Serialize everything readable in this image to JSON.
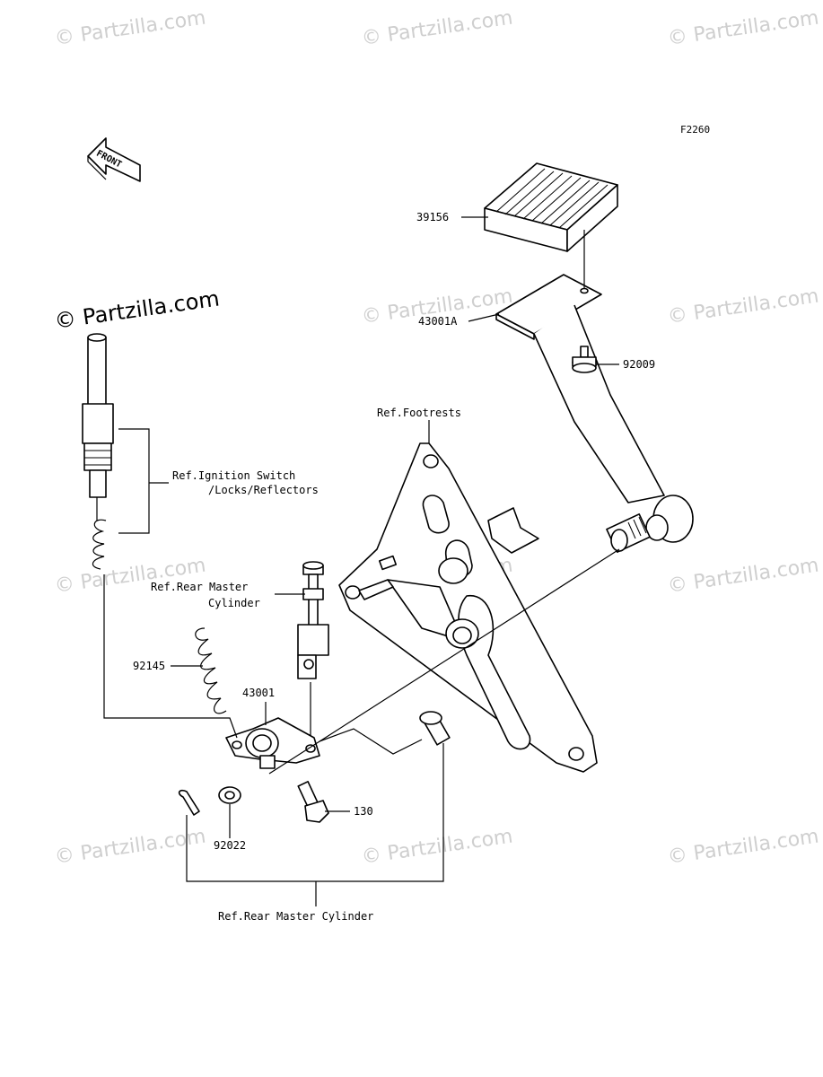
{
  "diagram_code": "F2260",
  "watermark": "© Partzilla.com",
  "front_label": "FRONT",
  "labels": {
    "p39156": "39156",
    "p43001a": "43001A",
    "p92009": "92009",
    "footrests": "Ref.Footrests",
    "ignition_1": "Ref.Ignition Switch",
    "ignition_2": "/Locks/Reflectors",
    "master_1": "Ref.Rear Master",
    "master_2": "Cylinder",
    "p92145": "92145",
    "p43001": "43001",
    "p130": "130",
    "p92022": "92022",
    "master_bottom": "Ref.Rear Master Cylinder"
  }
}
